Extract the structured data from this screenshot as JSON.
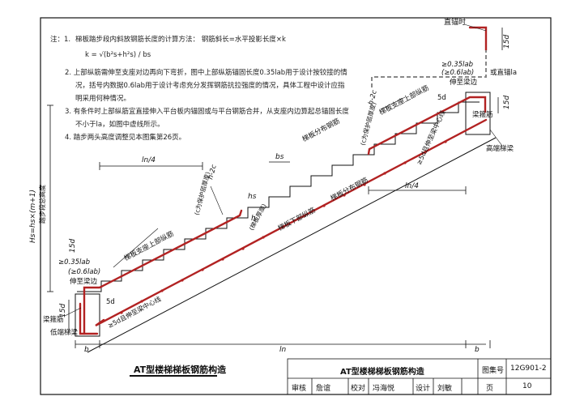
{
  "colors": {
    "rebar": "#b22222",
    "line": "#111111",
    "dashed_rebar": "#888888"
  },
  "notes": {
    "title": "注：1.",
    "n1": "梯板踏步段内斜放钢筋长度的计算方法：  钢筋斜长=水平投影长度×k",
    "n1_formula": "k = √(b²s+h²s) / bs",
    "n2a": "2.  上部纵筋需伸至支座对边再向下弯折，图中上部纵筋锚固长度0.35lab用于设计按铰接的情",
    "n2b": "况，括号内数据0.6lab用于设计考虑充分发挥钢筋抗拉强度的情况，具体工程中设计应指",
    "n2c": "明采用何种情况。",
    "n3a": "3.  有条件时上部纵筋宜直接伸入平台板内锚固或与平台钢筋合并，从支座内边算起总锚固长度",
    "n3b": "不小于la，如图中虚线所示。",
    "n4": "4.  踏步两头高度调整见本图集第26页。"
  },
  "labels": {
    "zhi_mao_shi": "直锚时",
    "d15_top": "15d",
    "d15_right": "15d",
    "d15_left_top": "15d",
    "d15_left_bot": "15d",
    "gt035lab_top": "≥0.35lab",
    "gt06lab_top": "(≥0.6lab)",
    "shen_zhi_liang": "伸至梁边",
    "huo_zhi_mao": "或直锚la",
    "h_2c_top": "h-2c",
    "h_2c_top_note": "(c为保护层厚度)",
    "liang_gu_jin_top": "梁箍筋",
    "d5_right": "≥5d且伸至梁中心线",
    "gao_duan_ti_liang": "高端梯梁",
    "ti_ban_shang_bu_right": "梯板支座上部纵筋",
    "ti_ban_fen_bu_top": "梯板分布钢筋",
    "ti_ban_fen_bu_mid": "梯板分布钢筋",
    "ti_ban_xia_bu": "梯板下部纵筋",
    "ti_ban_shang_bu_left": "梯板支座上部纵筋",
    "ln_4_left": "ln/4",
    "ln_4_right": "ln/4",
    "bs": "bs",
    "hs": "hs",
    "h_thick": "h",
    "h_thick_note": "(梯板厚度)",
    "h_2c_left": "h-2c",
    "h_2c_left_note": "(c为保护层厚度)",
    "hs_total": "Hs=hs×(m+1)",
    "hs_total_sub": "踏步段总高度",
    "gt035lab_left": "≥0.35lab",
    "gt06lab_left": "(≥0.6lab)",
    "shen_zhi_liang_left": "伸至梁边",
    "d5_left": "≥5d且伸至梁中心线",
    "d5_left_a": "5d",
    "liang_gu_jin_left": "梁箍筋",
    "di_duan_ti_liang": "低端梯梁",
    "b_left": "b",
    "b_right": "b",
    "ln": "ln",
    "five_d": "5d"
  },
  "diagram_title": "AT型楼梯梯板钢筋构造",
  "title_block": {
    "drawing_name": "AT型楼梯梯板钢筋构造",
    "atlas_label": "图集号",
    "atlas_no": "12G901-2",
    "review_label": "审核",
    "reviewer": "詹谊",
    "reviewer_sign": "詹谊",
    "check_label": "校对",
    "checker": "冯海悦",
    "checker_sign": "冯海悦",
    "design_label": "设计",
    "designer": "刘敏",
    "designer_sign": "刘敏",
    "page_label": "页",
    "page_no": "10"
  }
}
